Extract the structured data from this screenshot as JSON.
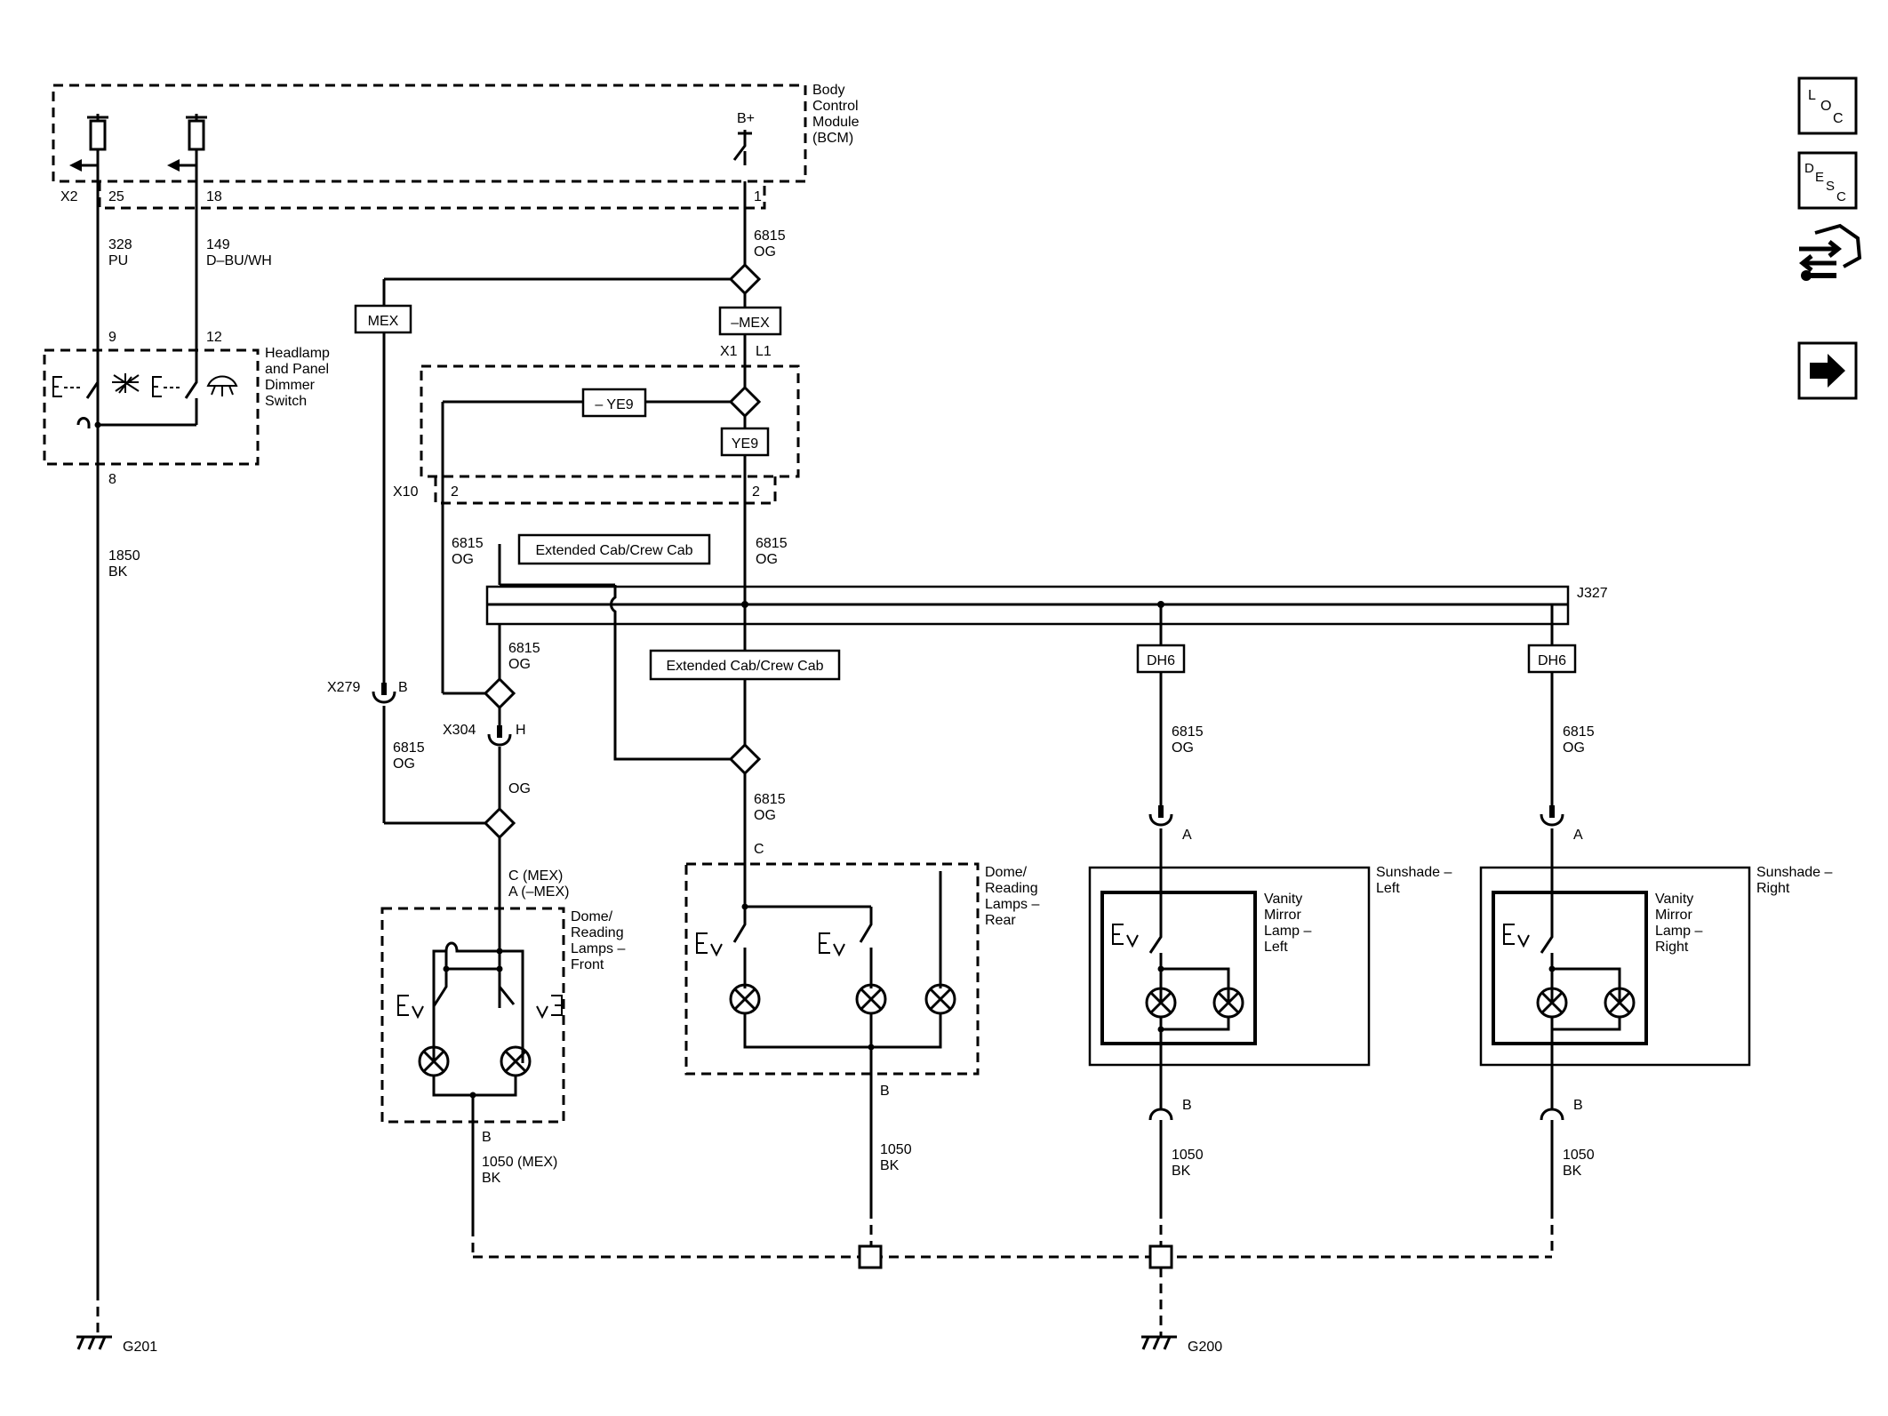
{
  "bcm": {
    "lines": [
      "Body",
      "Control",
      "Module",
      "(BCM)"
    ]
  },
  "bplus": "B+",
  "x2": {
    "conn": "X2",
    "p25": "25",
    "p18": "18"
  },
  "bcm_pin1": "1",
  "w328": {
    "num": "328",
    "color": "PU"
  },
  "w149": {
    "num": "149",
    "color": "D–BU/WH"
  },
  "w6815_top": {
    "num": "6815",
    "color": "OG"
  },
  "headlamp_switch": {
    "lines": [
      "Headlamp",
      "and Panel",
      "Dimmer",
      "Switch"
    ],
    "pin9": "9",
    "pin12": "12",
    "pin8": "8"
  },
  "opt_mex": "MEX",
  "opt_neg_mex": "–MEX",
  "opt_neg_ye9": "– YE9",
  "opt_ye9": "YE9",
  "opt_dh6": "DH6",
  "x1": {
    "conn": "X1",
    "pin": "L1"
  },
  "x10": {
    "conn": "X10",
    "pa": "2",
    "pb": "2"
  },
  "ext_cab": "Extended Cab/Crew Cab",
  "j327": "J327",
  "w1850": {
    "num": "1850",
    "color": "BK"
  },
  "wire_og": {
    "num": "6815",
    "color": "OG"
  },
  "og_only": "OG",
  "x279": {
    "conn": "X279",
    "pin": "B"
  },
  "x304": {
    "conn": "X304",
    "pin": "H"
  },
  "front_pins": [
    "C (MEX)",
    "A (–MEX)"
  ],
  "dome_front": {
    "lines": [
      "Dome/",
      "Reading",
      "Lamps –",
      "Front"
    ]
  },
  "dome_rear": {
    "lines": [
      "Dome/",
      "Reading",
      "Lamps –",
      "Rear"
    ]
  },
  "rear_pin_c": "C",
  "pin_a": "A",
  "pin_b": "B",
  "sunshade_left": {
    "lines": [
      "Sunshade –",
      "Left"
    ]
  },
  "sunshade_right": {
    "lines": [
      "Sunshade –",
      "Right"
    ]
  },
  "vanity_left": {
    "lines": [
      "Vanity",
      "Mirror",
      "Lamp –",
      "Left"
    ]
  },
  "vanity_right": {
    "lines": [
      "Vanity",
      "Mirror",
      "Lamp –",
      "Right"
    ]
  },
  "w1050_mex": {
    "num": "1050 (MEX)",
    "color": "BK"
  },
  "w1050": {
    "num": "1050",
    "color": "BK"
  },
  "g201": "G201",
  "g200": "G200",
  "loc_btn": {
    "a": "L",
    "b": "O",
    "c": "C"
  },
  "desc_btn": {
    "a": "D",
    "b": "E",
    "c": "S",
    "d": "C"
  }
}
